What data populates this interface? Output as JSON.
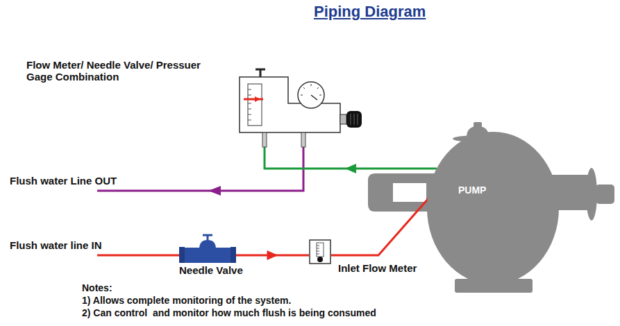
{
  "diagram": {
    "title": "Piping Diagram",
    "nodes": [
      {
        "text": [
          "Flow Meter/ Needle Valve/ Pressuer Gage Combination"
        ]
      },
      {
        "text": [
          "PUMP"
        ]
      },
      {
        "text": [
          "Needle Valve"
        ]
      },
      {
        "text": [
          "Inlet Flow Meter"
        ]
      }
    ],
    "edges": [
      {
        "from": 2,
        "to": 3,
        "arrow": "to"
      },
      {
        "from": 3,
        "to": 1,
        "arrow": "none"
      },
      {
        "from": 1,
        "to": 0,
        "arrow": "to"
      }
    ],
    "labels": [
      "Flush water Line OUT",
      "Flush water line IN",
      "Notes:",
      "1) Allows complete monitoring of the system.",
      "2) Can control  and monitor how much flush is being consumed"
    ]
  }
}
